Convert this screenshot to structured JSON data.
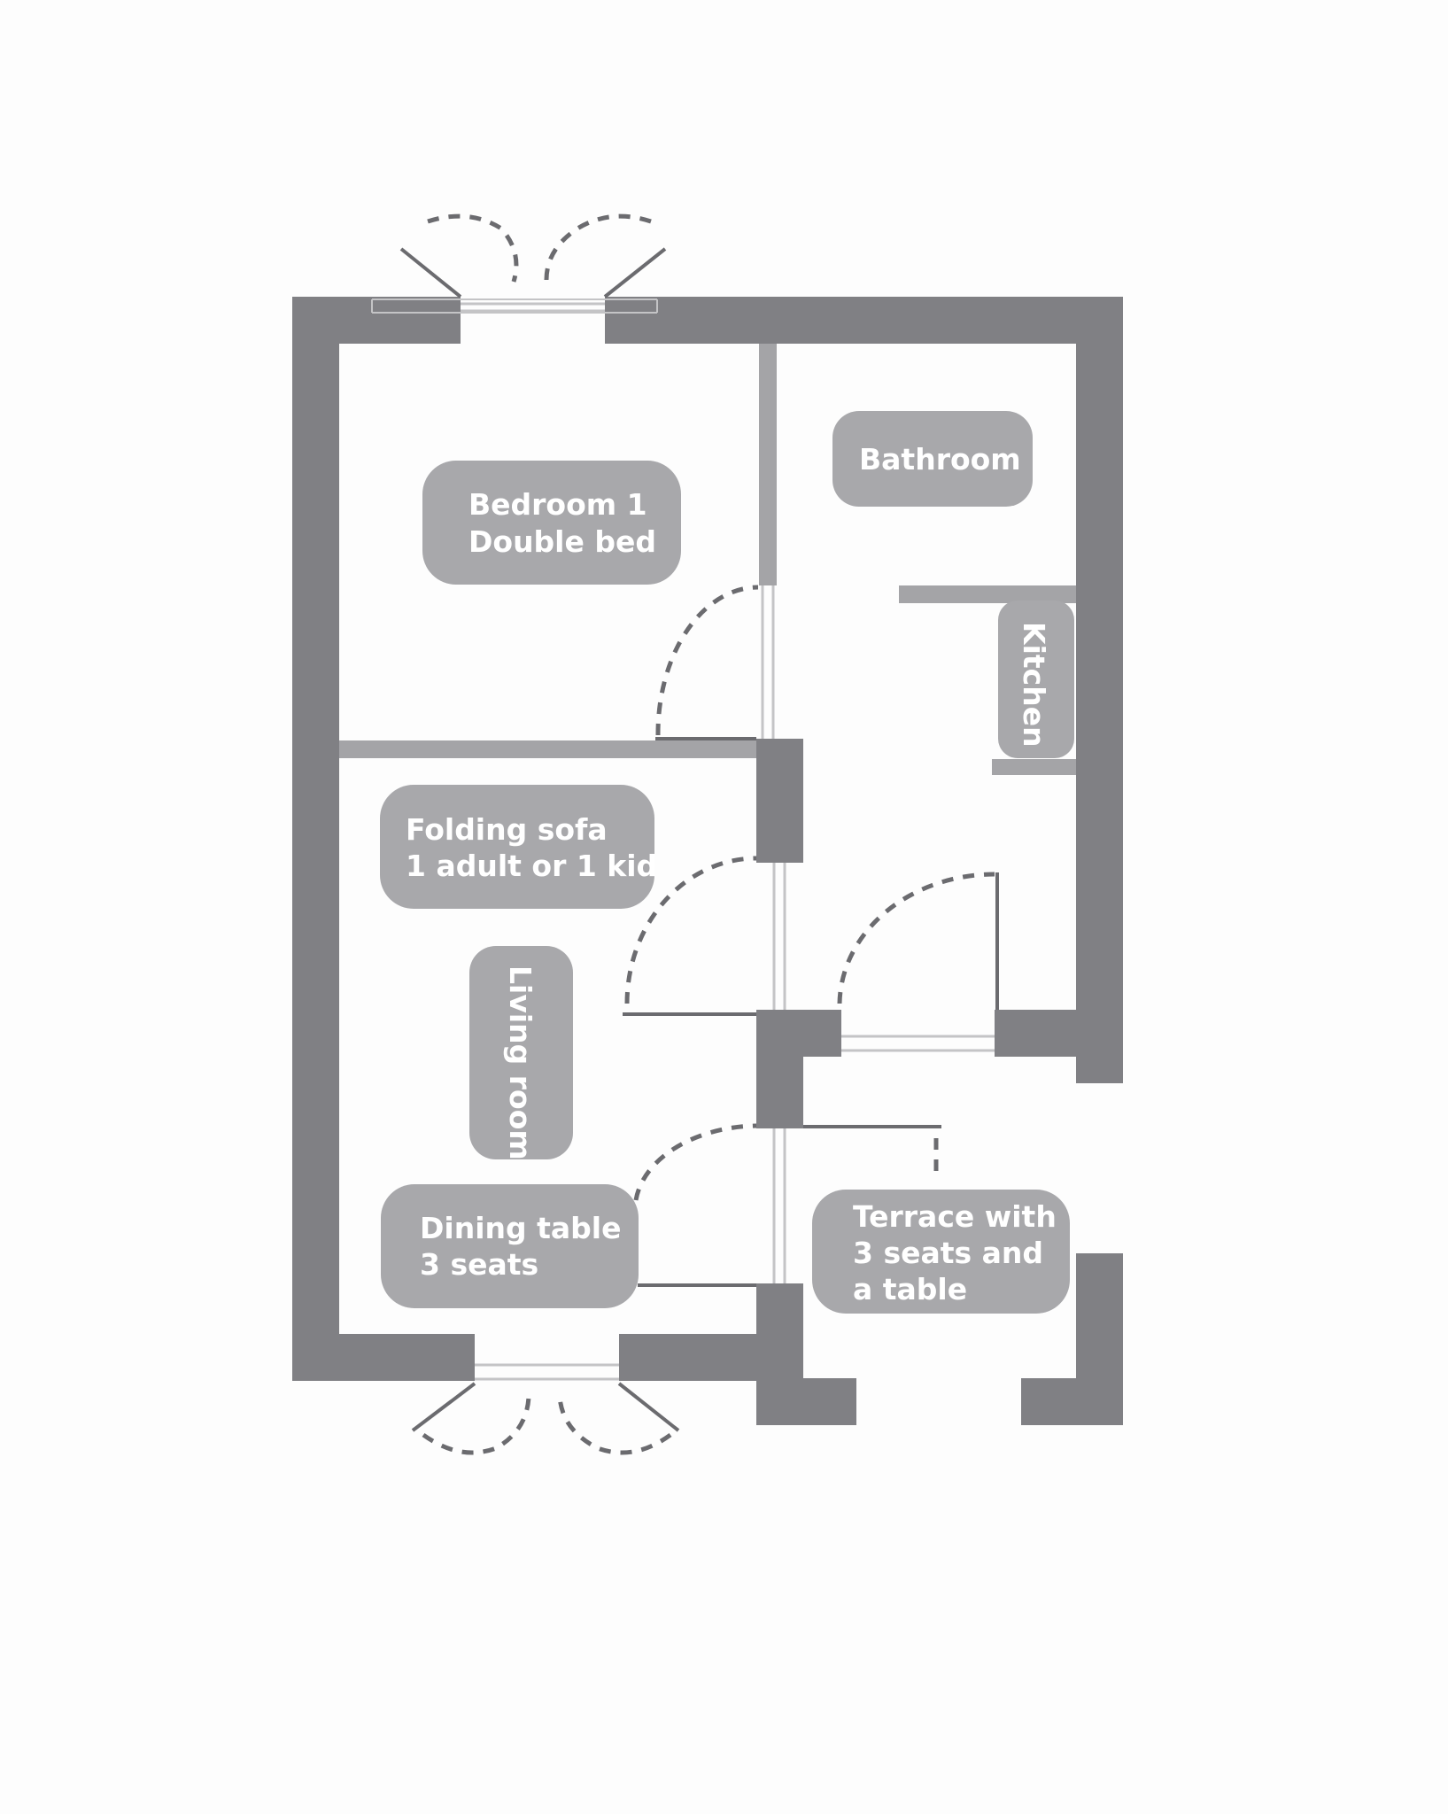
{
  "labels": {
    "bedroom": [
      "Bedroom 1",
      "Double bed"
    ],
    "bathroom": "Bathroom",
    "kitchen": "Kitchen",
    "sofa": [
      "Folding sofa",
      "1 adult or 1 kid"
    ],
    "living": "Living room",
    "dining": [
      "Dining table",
      "3 seats"
    ],
    "terrace": [
      "Terrace with",
      "3 seats and",
      "a table"
    ]
  },
  "colors": {
    "wall": "#808084",
    "thin_wall": "#a4a4a7",
    "label_background": "#a8a8ab",
    "label_text": "#ffffff",
    "background": "#fdfdfd"
  }
}
